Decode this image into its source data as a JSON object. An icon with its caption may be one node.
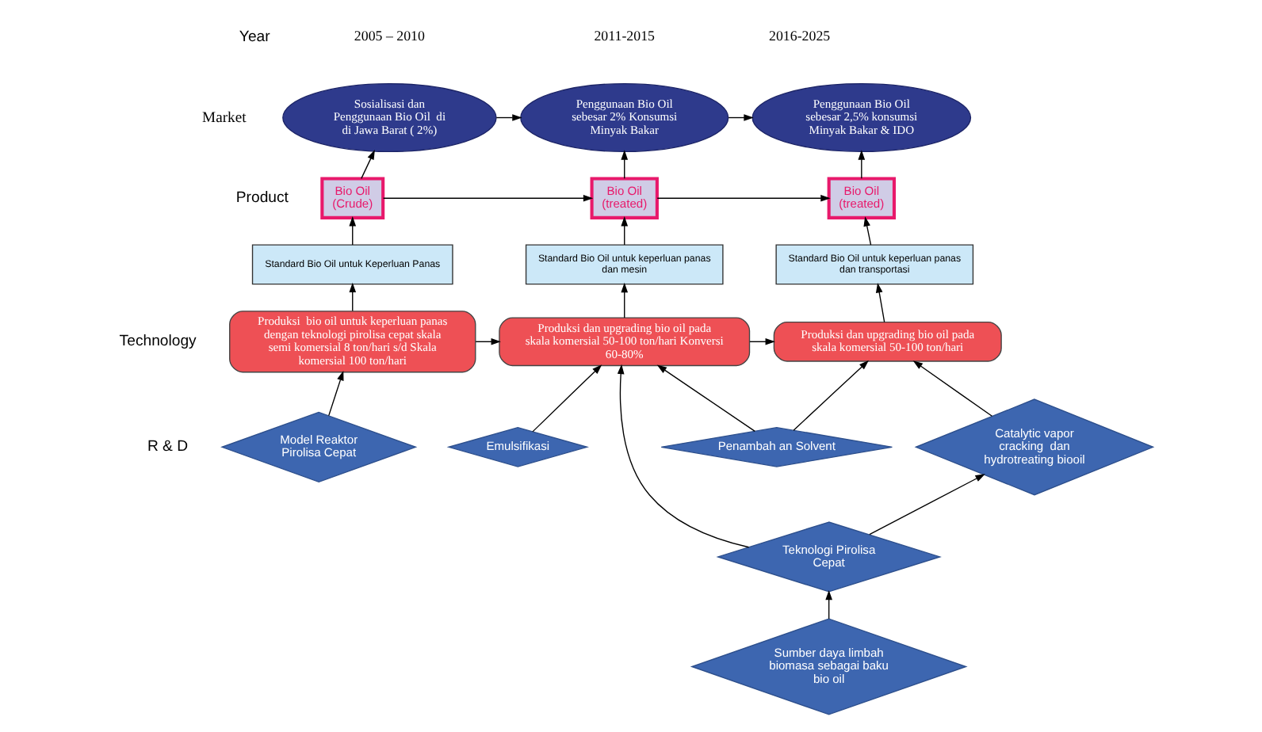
{
  "diagram": {
    "nodes": [
      {
        "text": [
          "Sosialisasi dan Penggunaan Bio Oil  di di Jawa Barat ( 2%)"
        ]
      },
      {
        "text": [
          "Penggunaan Bio Oil sebesar 2% Konsumsi Minyak Bakar"
        ]
      },
      {
        "text": [
          "Penggunaan Bio Oil sebesar 2,5% konsumsi Minyak Bakar & IDO"
        ]
      },
      {
        "text": [
          "Bio Oil (Crude)"
        ]
      },
      {
        "text": [
          "Bio Oil (treated)"
        ]
      },
      {
        "text": [
          "Bio Oil (treated)"
        ]
      },
      {
        "text": [
          "Standard Bio Oil untuk Keperluan Panas"
        ]
      },
      {
        "text": [
          "Standard Bio Oil untuk keperluan panas dan mesin"
        ]
      },
      {
        "text": [
          "Standard Bio Oil untuk keperluan panas dan transportasi"
        ]
      },
      {
        "text": [
          "Produksi  bio oil untuk keperluan panas dengan teknologi pirolisa cepat skala semi komersial 8 ton/hari s/d Skala komersial 100 ton/hari"
        ]
      },
      {
        "text": [
          "Produksi dan upgrading bio oil pada skala komersial 50-100 ton/hari Konversi 60-80%"
        ]
      },
      {
        "text": [
          "Produksi dan upgrading bio oil pada skala komersial 50-100 ton/hari"
        ]
      },
      {
        "text": [
          "Model Reaktor Pirolisa Cepat"
        ]
      },
      {
        "text": [
          "Emulsifikasi"
        ]
      },
      {
        "text": [
          "Penambah an Solvent"
        ]
      },
      {
        "text": [
          "Catalytic vapor cracking  dan hydrotreating biooil"
        ]
      },
      {
        "text": [
          "Sumber daya limbah biomasa sebagai baku bio oil"
        ]
      },
      {
        "text": [
          "Teknologi Pirolisa Cepat"
        ]
      }
    ],
    "edges": [
      {
        "from": 0,
        "to": 1,
        "arrow": "to"
      },
      {
        "from": 1,
        "to": 2,
        "arrow": "to"
      },
      {
        "from": 3,
        "to": 4,
        "arrow": "to"
      },
      {
        "from": 4,
        "to": 5,
        "arrow": "to"
      },
      {
        "from": 3,
        "to": 0,
        "arrow": "to"
      },
      {
        "from": 4,
        "to": 1,
        "arrow": "to"
      },
      {
        "from": 5,
        "to": 2,
        "arrow": "to"
      },
      {
        "from": 6,
        "to": 3,
        "arrow": "to"
      },
      {
        "from": 7,
        "to": 4,
        "arrow": "to"
      },
      {
        "from": 8,
        "to": 5,
        "arrow": "to"
      },
      {
        "from": 9,
        "to": 6,
        "arrow": "to"
      },
      {
        "from": 10,
        "to": 7,
        "arrow": "to"
      },
      {
        "from": 11,
        "to": 8,
        "arrow": "to"
      },
      {
        "from": 9,
        "to": 10,
        "arrow": "to"
      },
      {
        "from": 10,
        "to": 11,
        "arrow": "to"
      },
      {
        "from": 12,
        "to": 9,
        "arrow": "to"
      },
      {
        "from": 13,
        "to": 10,
        "arrow": "to"
      },
      {
        "from": 17,
        "to": 10,
        "arrow": "to"
      },
      {
        "from": 14,
        "to": 10,
        "arrow": "to"
      },
      {
        "from": 14,
        "to": 11,
        "arrow": "to"
      },
      {
        "from": 15,
        "to": 11,
        "arrow": "to"
      },
      {
        "from": 16,
        "to": 17,
        "arrow": "to"
      },
      {
        "from": 17,
        "to": 15,
        "arrow": "to"
      }
    ],
    "labels": [
      "Year",
      "2005 – 2010",
      "2011-2015",
      "2016-2025",
      "Market",
      "Product",
      "Technology",
      "R & D"
    ]
  }
}
